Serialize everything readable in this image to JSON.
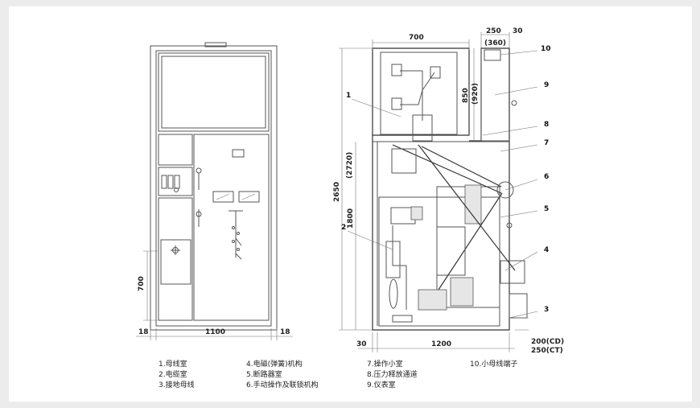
{
  "front_view": {
    "width_dim": "1100",
    "side_dim_left": "18",
    "side_dim_right": "18",
    "height_dim": "700"
  },
  "side_view": {
    "top_width": "700",
    "right_top_a": "250",
    "right_top_b": "30",
    "right_top_c": "(360)",
    "height_upper": "850",
    "height_upper_alt": "(920)",
    "height_total": "2650",
    "height_alt": "(2720)",
    "height_lower": "1800",
    "bottom_left": "30",
    "bottom_width": "1200",
    "base_cd": "200(CD)",
    "base_ct": "250(CT)"
  },
  "callouts": [
    "1",
    "2",
    "3",
    "4",
    "5",
    "6",
    "7",
    "8",
    "9",
    "10"
  ],
  "legend": [
    [
      "1.母线室",
      "2.电缆室",
      "3.接地母线"
    ],
    [
      "4.电磁(弹簧)机构",
      "5.断路器室",
      "6.手动操作及联锁机构"
    ],
    [
      "7.操作小室",
      "8.压力释放通道",
      "9.仪表室"
    ],
    [
      "10.小母线端子"
    ]
  ],
  "colors": {
    "background": "#ececec",
    "panel": "#ffffff",
    "line": "#555555"
  }
}
